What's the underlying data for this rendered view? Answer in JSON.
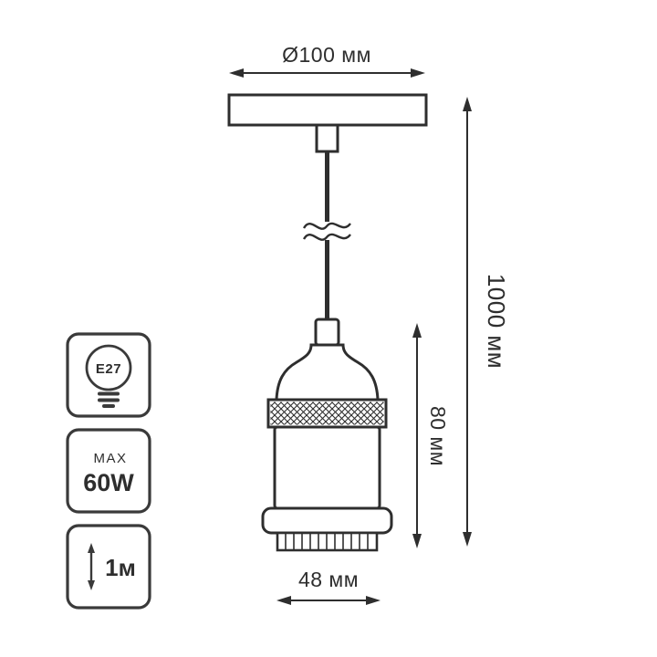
{
  "diagram": {
    "dimensions": {
      "plate_diameter": "Ø100 мм",
      "total_length": "1000 мм",
      "socket_height": "80 мм",
      "socket_diameter": "48 мм"
    },
    "badges": {
      "socket_type": "E27",
      "max_label": "MAX",
      "max_power": "60W",
      "cable_length": "1м"
    },
    "colors": {
      "line": "#2e2e2e",
      "badge_border": "#3a3a3a",
      "background": "#ffffff"
    }
  }
}
